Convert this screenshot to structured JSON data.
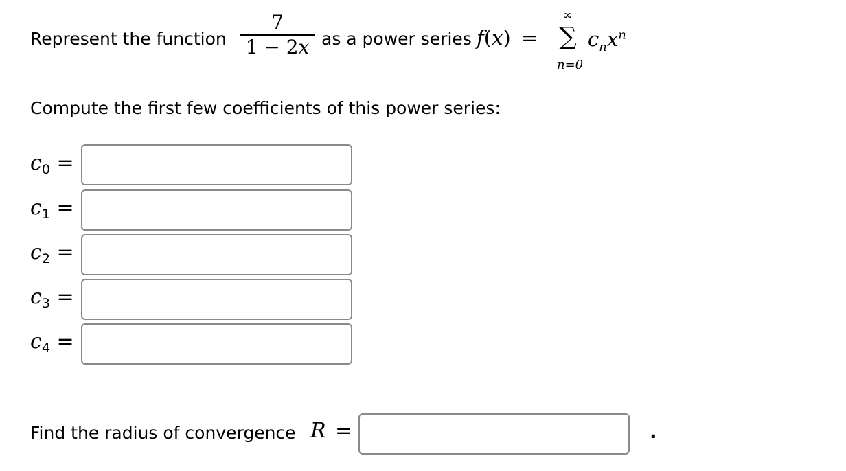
{
  "question": {
    "intro_text": "Represent the function",
    "function": {
      "numerator": "7",
      "denominator_const": "1",
      "denominator_op": "−",
      "denominator_coef": "2",
      "denominator_var": "x"
    },
    "as_text": "as a power series",
    "series": {
      "lhs_f": "f",
      "lhs_open": "(",
      "lhs_var": "x",
      "lhs_close": ")",
      "equals": "=",
      "sigma": "∑",
      "upper": "∞",
      "lower": "n=0",
      "term_c": "c",
      "term_c_sub": "n",
      "term_x": "x",
      "term_x_sup": "n"
    },
    "compute_text": "Compute the first few coefficients of this power series:"
  },
  "coefficients": [
    {
      "symbol": "c",
      "sub": "0",
      "equals": "=",
      "value": "",
      "placeholder": ""
    },
    {
      "symbol": "c",
      "sub": "1",
      "equals": "=",
      "value": "",
      "placeholder": ""
    },
    {
      "symbol": "c",
      "sub": "2",
      "equals": "=",
      "value": "",
      "placeholder": ""
    },
    {
      "symbol": "c",
      "sub": "3",
      "equals": "=",
      "value": "",
      "placeholder": ""
    },
    {
      "symbol": "c",
      "sub": "4",
      "equals": "=",
      "value": "",
      "placeholder": ""
    }
  ],
  "radius": {
    "text": "Find the radius of convergence",
    "symbol": "R",
    "equals": "=",
    "value": "",
    "trailing": "."
  },
  "colors": {
    "input_border": "#8a8a8a",
    "text": "#000000",
    "background": "#ffffff"
  }
}
